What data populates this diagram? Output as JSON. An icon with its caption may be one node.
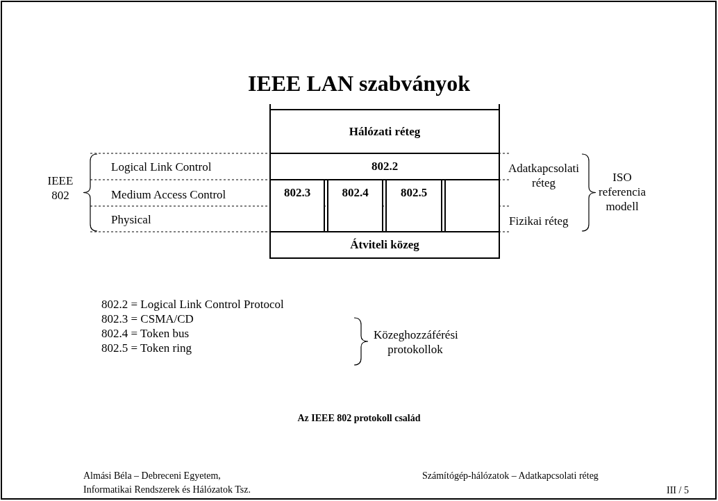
{
  "diagram": {
    "title": "IEEE LAN szabványok",
    "caption": "Az IEEE 802 protokoll család",
    "nodes": [
      {
        "text": [
          "Hálózati réteg"
        ]
      },
      {
        "text": [
          "802.2"
        ]
      },
      {
        "text": [
          "802.3"
        ]
      },
      {
        "text": [
          "802.4"
        ]
      },
      {
        "text": [
          "802.5"
        ]
      },
      {
        "text": [],
        "shape": "box"
      },
      {
        "text": [
          "Átviteli közeg"
        ]
      }
    ],
    "edges": [],
    "labels": [
      "IEEE 802",
      "Logical Link Control",
      "Medium Access Control",
      "Physical",
      "Adatkapcsolati réteg",
      "Fizikai réteg",
      "ISO referencia modell",
      "802.2 = Logical Link Control Protocol",
      "802.3 = CSMA/CD",
      "802.4 = Token bus",
      "802.5 = Token ring",
      "Közeghozzáférési protokollok",
      "Almási Béla – Debreceni Egyetem, Informatikai Rendszerek és Hálózatok Tsz.",
      "Számítógép-hálózatok – Adatkapcsolati réteg",
      "III / 5"
    ]
  }
}
